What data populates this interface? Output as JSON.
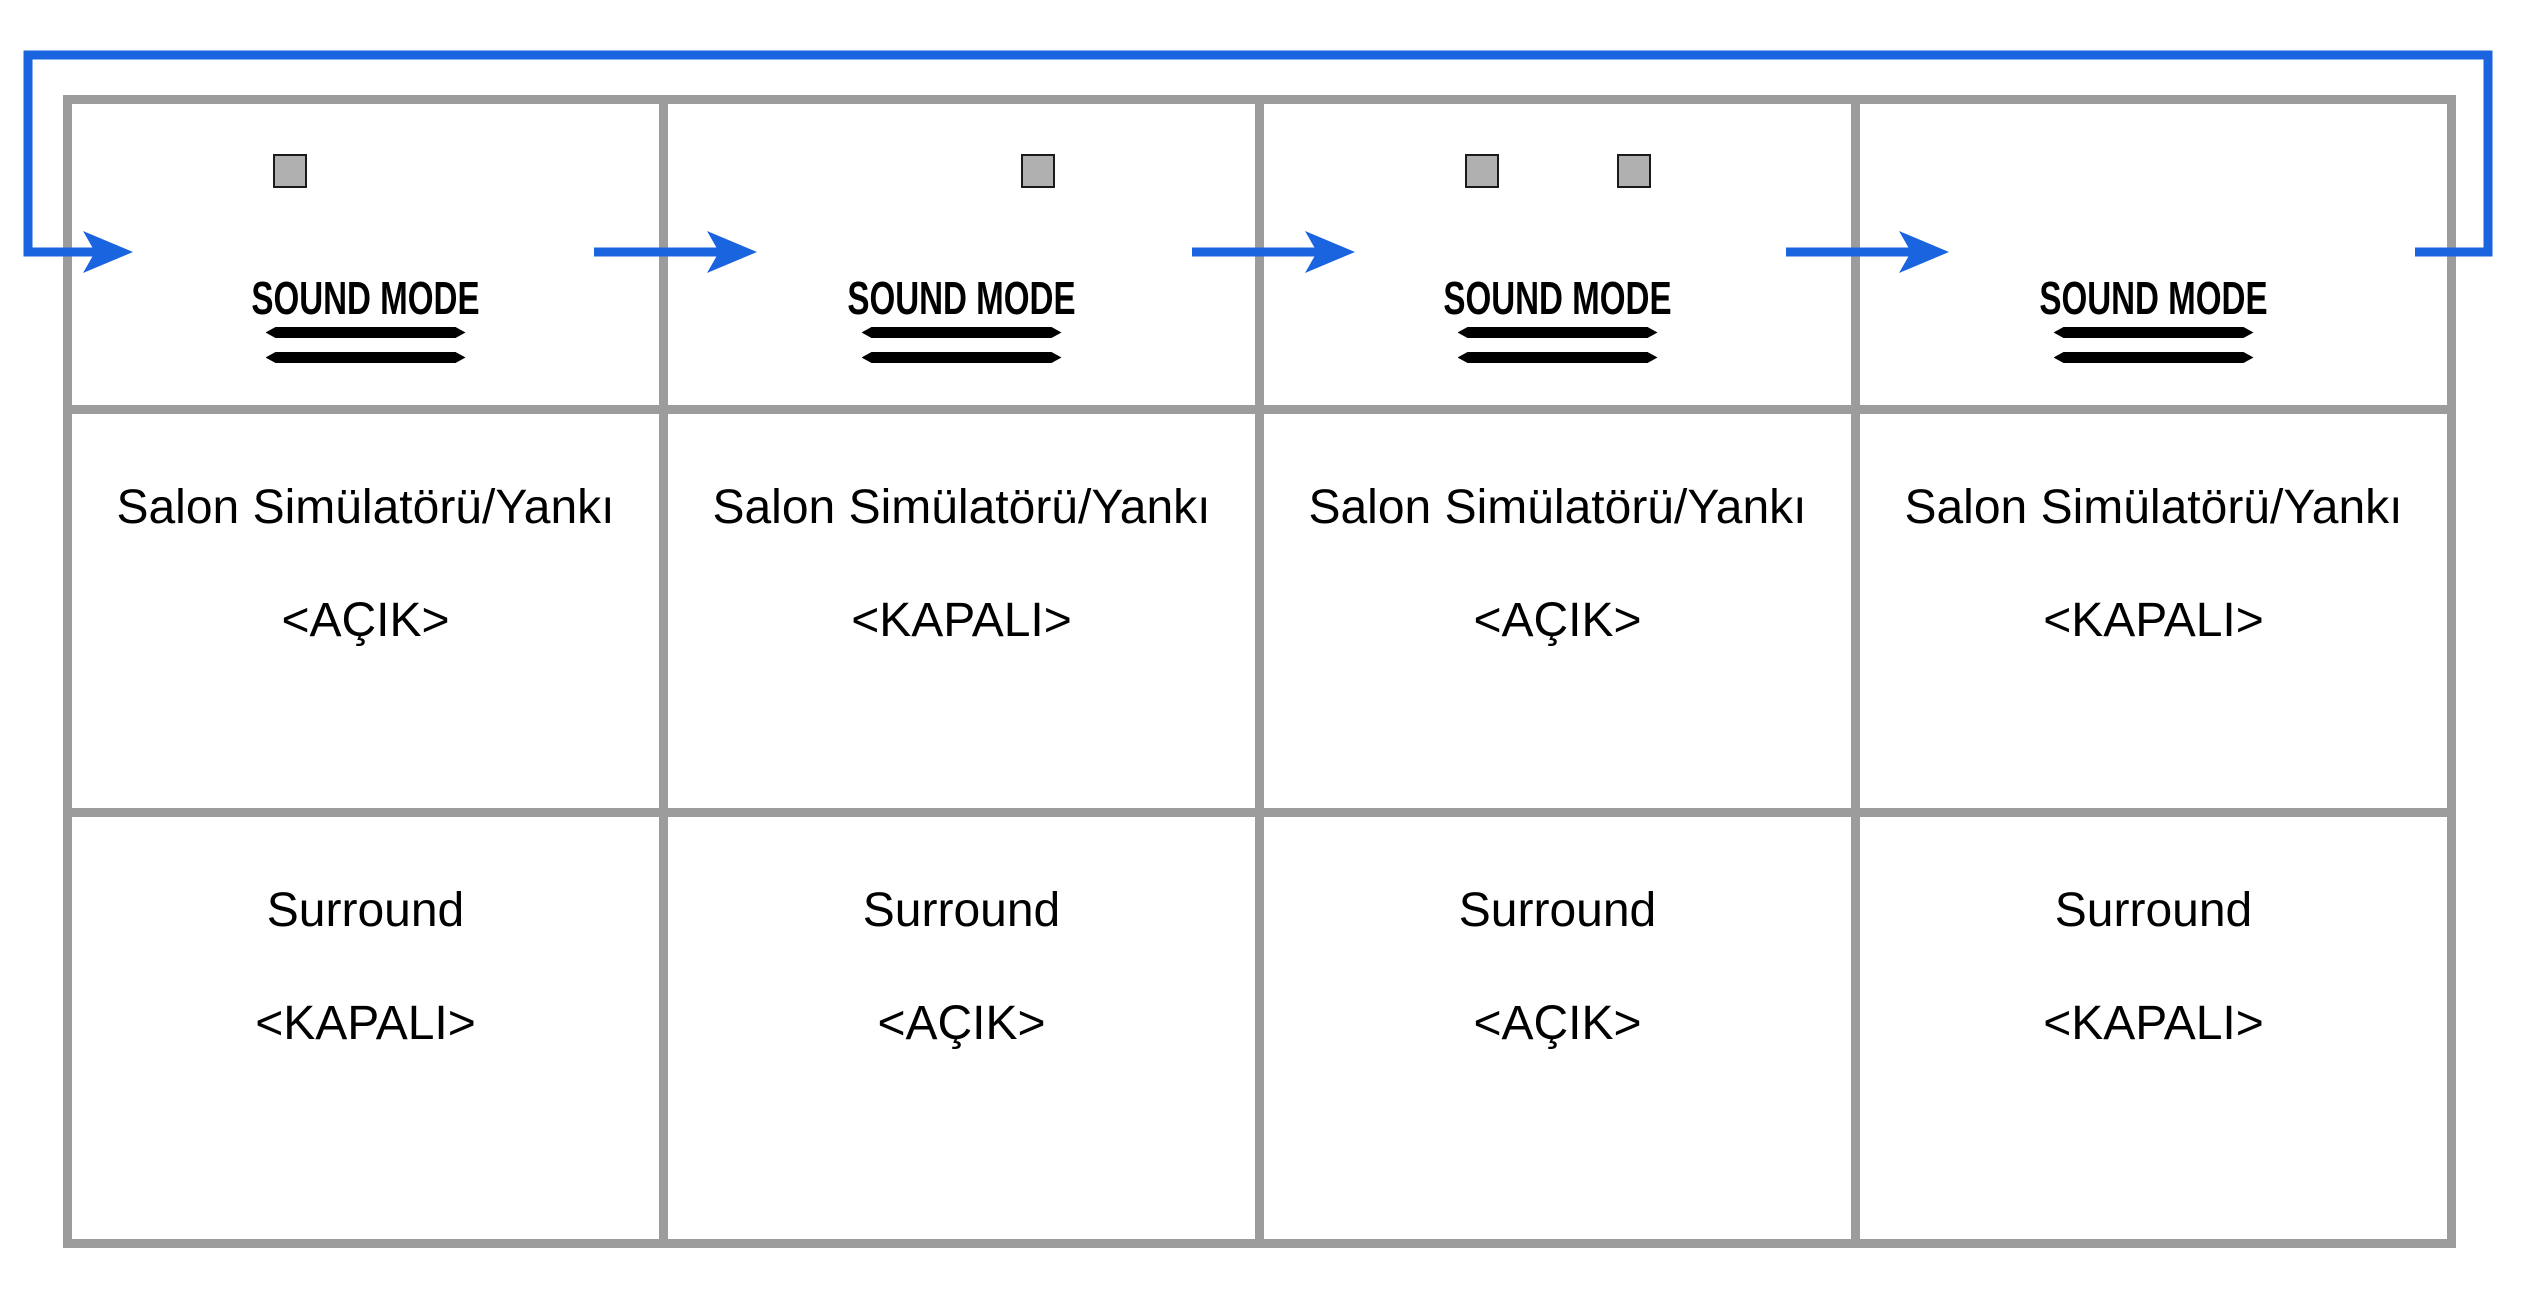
{
  "diagram": {
    "button_label": "SOUND MODE",
    "steps": [
      {
        "indicators": {
          "left": true,
          "right": false
        },
        "settings": [
          {
            "label": "Salon Simülatörü/Yankı",
            "value": "<AÇIK>"
          },
          {
            "label": "Surround",
            "value": "<KAPALI>"
          }
        ]
      },
      {
        "indicators": {
          "left": false,
          "right": true
        },
        "settings": [
          {
            "label": "Salon Simülatörü/Yankı",
            "value": "<KAPALI>"
          },
          {
            "label": "Surround",
            "value": "<AÇIK>"
          }
        ]
      },
      {
        "indicators": {
          "left": true,
          "right": true
        },
        "settings": [
          {
            "label": "Salon Simülatörü/Yankı",
            "value": "<AÇIK>"
          },
          {
            "label": "Surround",
            "value": "<AÇIK>"
          }
        ]
      },
      {
        "indicators": {
          "left": false,
          "right": false
        },
        "settings": [
          {
            "label": "Salon Simülatörü/Yankı",
            "value": "<KAPALI>"
          },
          {
            "label": "Surround",
            "value": "<KAPALI>"
          }
        ]
      }
    ],
    "colors": {
      "arrow_blue": "#1B64E0",
      "table_border": "#9C9C9C",
      "indicator_fill": "#B0B0B0",
      "text": "#000000"
    }
  }
}
